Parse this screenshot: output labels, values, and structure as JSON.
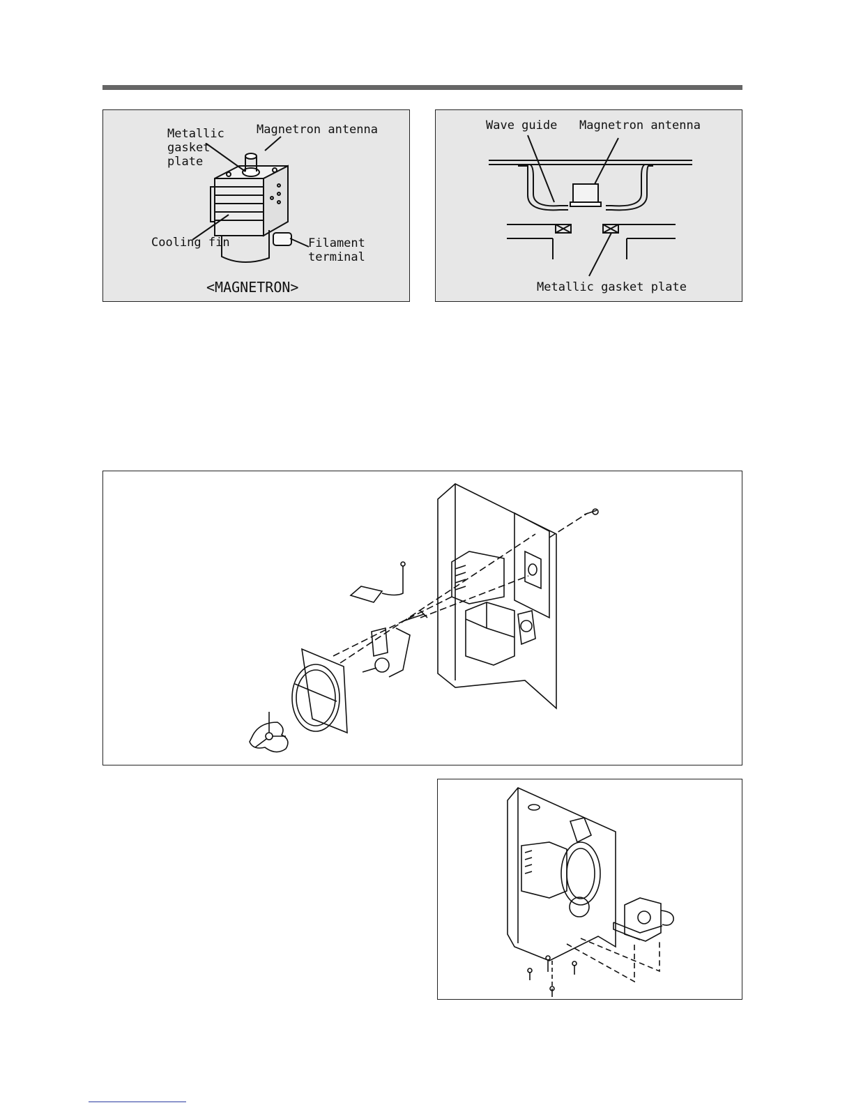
{
  "magnetron_figure": {
    "labels": {
      "metallic_gasket_plate": [
        "Metallic",
        "gasket",
        "plate"
      ],
      "magnetron_antenna": "Magnetron antenna",
      "cooling_fin": "Cooling fin",
      "filament_terminal": [
        "Filament",
        "terminal"
      ]
    },
    "caption": "<MAGNETRON>"
  },
  "waveguide_figure": {
    "labels": {
      "wave_guide": "Wave guide",
      "magnetron_antenna": "Magnetron antenna",
      "metallic_gasket_plate": "Metallic gasket plate"
    }
  },
  "colors": {
    "panel_gray": "#e7e7e7",
    "rule_gray": "#666666",
    "line": "#111111"
  }
}
